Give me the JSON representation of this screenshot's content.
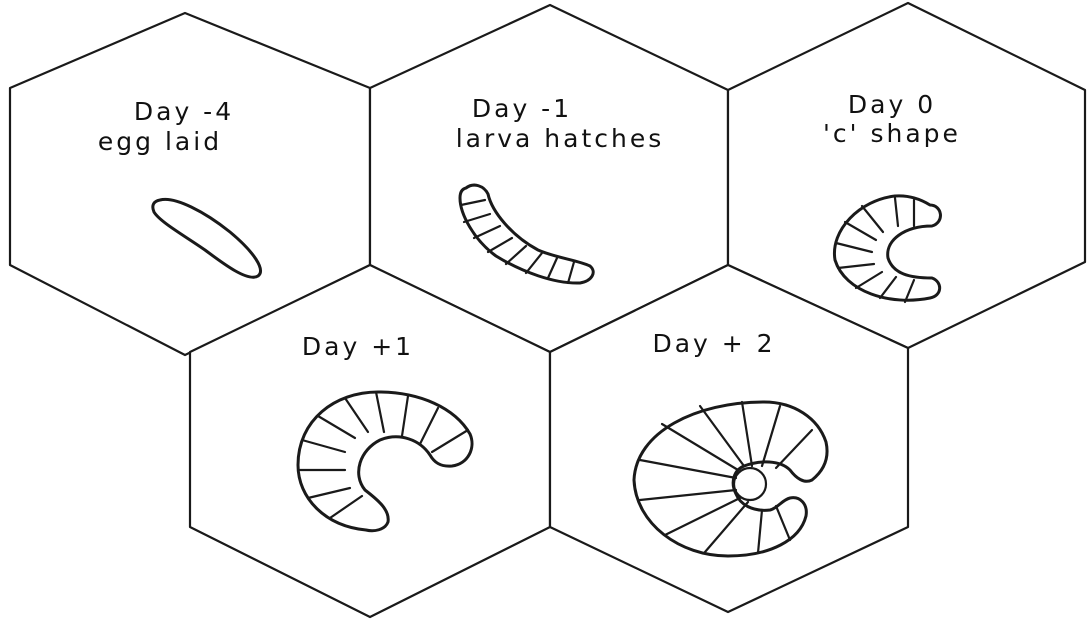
{
  "stages": [
    {
      "id": "day-minus-4",
      "lines": [
        "Day -4",
        "egg laid"
      ],
      "figure": "egg"
    },
    {
      "id": "day-minus-1",
      "lines": [
        "Day -1",
        "larva hatches"
      ],
      "figure": "larva-straight"
    },
    {
      "id": "day-0",
      "lines": [
        "Day 0",
        "'c' shape"
      ],
      "figure": "larva-c-shape"
    },
    {
      "id": "day-plus-1",
      "lines": [
        "Day +1"
      ],
      "figure": "larva-curled"
    },
    {
      "id": "day-plus-2",
      "lines": [
        "Day + 2"
      ],
      "figure": "larva-coiled"
    }
  ],
  "colors": {
    "line": "#1a1a1a",
    "background": "#ffffff"
  }
}
